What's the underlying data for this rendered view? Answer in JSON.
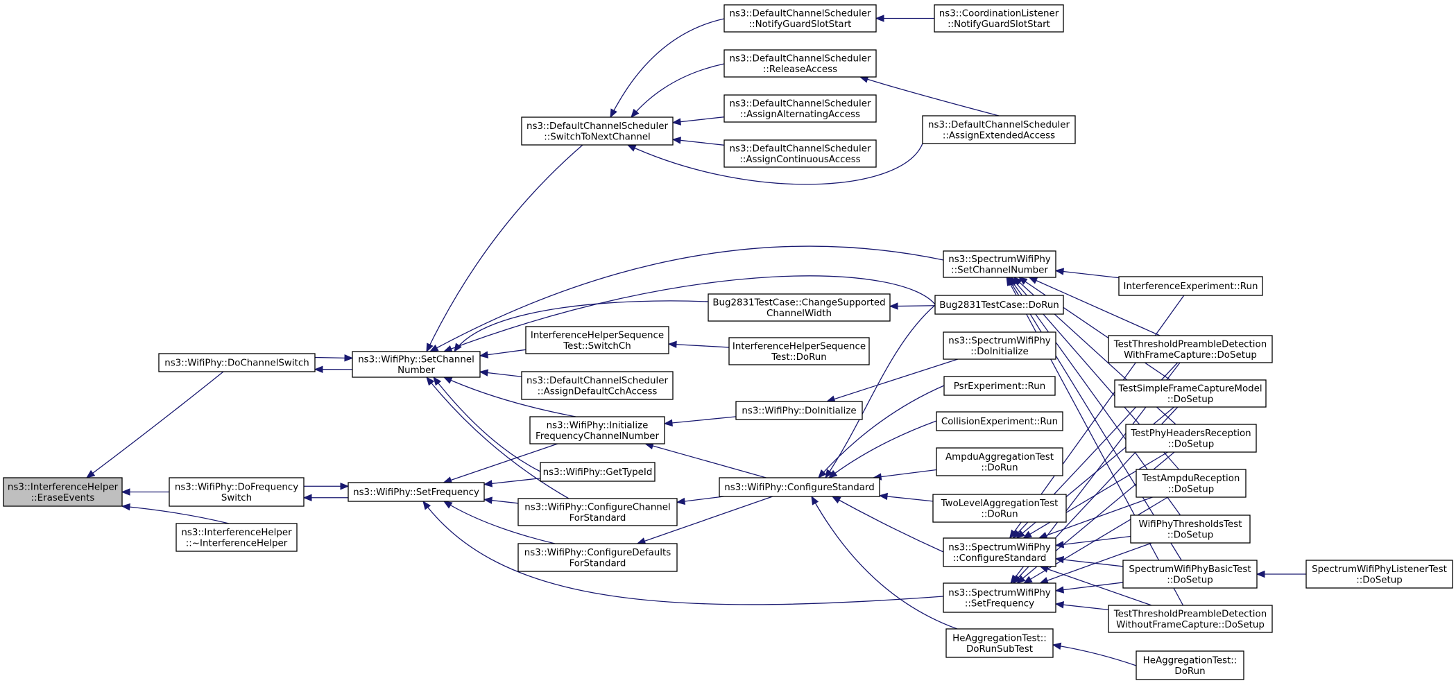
{
  "graph": {
    "colors": {
      "edge": "#191970",
      "node_border": "#000000",
      "root_fill": "#bfbfbf",
      "node_fill": "#ffffff"
    },
    "nodes": [
      {
        "id": "root",
        "lines": [
          "ns3::InterferenceHelper",
          "::EraseEvents"
        ],
        "root": true
      },
      {
        "id": "dochsw",
        "lines": [
          "ns3::WifiPhy::DoChannelSwitch"
        ]
      },
      {
        "id": "dofreqsw",
        "lines": [
          "ns3::WifiPhy::DoFrequency",
          "Switch"
        ]
      },
      {
        "id": "ihdtor",
        "lines": [
          "ns3::InterferenceHelper",
          "::~InterferenceHelper"
        ]
      },
      {
        "id": "setchnum",
        "lines": [
          "ns3::WifiPhy::SetChannel",
          "Number"
        ]
      },
      {
        "id": "setfreq",
        "lines": [
          "ns3::WifiPhy::SetFrequency"
        ]
      },
      {
        "id": "switchnext",
        "lines": [
          "ns3::DefaultChannelScheduler",
          "::SwitchToNextChannel"
        ]
      },
      {
        "id": "notifyguard",
        "lines": [
          "ns3::DefaultChannelScheduler",
          "::NotifyGuardSlotStart"
        ]
      },
      {
        "id": "release",
        "lines": [
          "ns3::DefaultChannelScheduler",
          "::ReleaseAccess"
        ]
      },
      {
        "id": "assignalt",
        "lines": [
          "ns3::DefaultChannelScheduler",
          "::AssignAlternatingAccess"
        ]
      },
      {
        "id": "assigncont",
        "lines": [
          "ns3::DefaultChannelScheduler",
          "::AssignContinuousAccess"
        ]
      },
      {
        "id": "coordnotify",
        "lines": [
          "ns3::CoordinationListener",
          "::NotifyGuardSlotStart"
        ]
      },
      {
        "id": "assignext",
        "lines": [
          "ns3::DefaultChannelScheduler",
          "::AssignExtendedAccess"
        ]
      },
      {
        "id": "bugchange",
        "lines": [
          "Bug2831TestCase::ChangeSupported",
          "ChannelWidth"
        ]
      },
      {
        "id": "ihseqswitch",
        "lines": [
          "InterferenceHelperSequence",
          "Test::SwitchCh"
        ]
      },
      {
        "id": "assigndefcch",
        "lines": [
          "ns3::DefaultChannelScheduler",
          "::AssignDefaultCchAccess"
        ]
      },
      {
        "id": "initfreqch",
        "lines": [
          "ns3::WifiPhy::Initialize",
          "FrequencyChannelNumber"
        ]
      },
      {
        "id": "gettypeid",
        "lines": [
          "ns3::WifiPhy::GetTypeId"
        ]
      },
      {
        "id": "confchan",
        "lines": [
          "ns3::WifiPhy::ConfigureChannel",
          "ForStandard"
        ]
      },
      {
        "id": "confdef",
        "lines": [
          "ns3::WifiPhy::ConfigureDefaults",
          "ForStandard"
        ]
      },
      {
        "id": "ihseqrun",
        "lines": [
          "InterferenceHelperSequence",
          "Test::DoRun"
        ]
      },
      {
        "id": "doinit",
        "lines": [
          "ns3::WifiPhy::DoInitialize"
        ]
      },
      {
        "id": "confstd",
        "lines": [
          "ns3::WifiPhy::ConfigureStandard"
        ]
      },
      {
        "id": "sw_setchnum",
        "lines": [
          "ns3::SpectrumWifiPhy",
          "::SetChannelNumber"
        ]
      },
      {
        "id": "bugrun",
        "lines": [
          "Bug2831TestCase::DoRun"
        ]
      },
      {
        "id": "sw_doinit",
        "lines": [
          "ns3::SpectrumWifiPhy",
          "::DoInitialize"
        ]
      },
      {
        "id": "psr",
        "lines": [
          "PsrExperiment::Run"
        ]
      },
      {
        "id": "collision",
        "lines": [
          "CollisionExperiment::Run"
        ]
      },
      {
        "id": "ampduagg",
        "lines": [
          "AmpduAggregationTest",
          "::DoRun"
        ]
      },
      {
        "id": "twolevel",
        "lines": [
          "TwoLevelAggregationTest",
          "::DoRun"
        ]
      },
      {
        "id": "sw_confstd",
        "lines": [
          "ns3::SpectrumWifiPhy",
          "::ConfigureStandard"
        ]
      },
      {
        "id": "sw_setfreq",
        "lines": [
          "ns3::SpectrumWifiPhy",
          "::SetFrequency"
        ]
      },
      {
        "id": "heaggsub",
        "lines": [
          "HeAggregationTest::",
          "DoRunSubTest"
        ]
      },
      {
        "id": "interfexp",
        "lines": [
          "InterferenceExperiment::Run"
        ]
      },
      {
        "id": "ttpd_with",
        "lines": [
          "TestThresholdPreambleDetection",
          "WithFrameCapture::DoSetup"
        ]
      },
      {
        "id": "tsfcm",
        "lines": [
          "TestSimpleFrameCaptureModel",
          "::DoSetup"
        ]
      },
      {
        "id": "tphr",
        "lines": [
          "TestPhyHeadersReception",
          "::DoSetup"
        ]
      },
      {
        "id": "tampdu",
        "lines": [
          "TestAmpduReception",
          "::DoSetup"
        ]
      },
      {
        "id": "wpthresh",
        "lines": [
          "WifiPhyThresholdsTest",
          "::DoSetup"
        ]
      },
      {
        "id": "swbasic",
        "lines": [
          "SpectrumWifiPhyBasicTest",
          "::DoSetup"
        ]
      },
      {
        "id": "ttpd_without",
        "lines": [
          "TestThresholdPreambleDetection",
          "WithoutFrameCapture::DoSetup"
        ]
      },
      {
        "id": "heaggrun",
        "lines": [
          "HeAggregationTest::",
          "DoRun"
        ]
      },
      {
        "id": "swlistener",
        "lines": [
          "SpectrumWifiPhyListenerTest",
          "::DoSetup"
        ]
      }
    ],
    "edges": [
      [
        "dochsw",
        "root"
      ],
      [
        "dofreqsw",
        "root"
      ],
      [
        "ihdtor",
        "root"
      ],
      [
        "setchnum",
        "dochsw"
      ],
      [
        "dochsw",
        "setchnum"
      ],
      [
        "setfreq",
        "dofreqsw"
      ],
      [
        "dofreqsw",
        "setfreq"
      ],
      [
        "switchnext",
        "setchnum"
      ],
      [
        "sw_setchnum",
        "setchnum"
      ],
      [
        "bugrun",
        "setchnum"
      ],
      [
        "bugchange",
        "setchnum"
      ],
      [
        "ihseqswitch",
        "setchnum"
      ],
      [
        "assigndefcch",
        "setchnum"
      ],
      [
        "initfreqch",
        "setchnum"
      ],
      [
        "gettypeid",
        "setchnum"
      ],
      [
        "confchan",
        "setchnum"
      ],
      [
        "initfreqch",
        "setfreq"
      ],
      [
        "gettypeid",
        "setfreq"
      ],
      [
        "confchan",
        "setfreq"
      ],
      [
        "confdef",
        "setfreq"
      ],
      [
        "sw_setfreq",
        "setfreq"
      ],
      [
        "notifyguard",
        "switchnext"
      ],
      [
        "release",
        "switchnext"
      ],
      [
        "assignalt",
        "switchnext"
      ],
      [
        "assigncont",
        "switchnext"
      ],
      [
        "assignext",
        "switchnext"
      ],
      [
        "coordnotify",
        "notifyguard"
      ],
      [
        "assignext",
        "release"
      ],
      [
        "bugrun",
        "bugchange"
      ],
      [
        "ihseqrun",
        "ihseqswitch"
      ],
      [
        "doinit",
        "initfreqch"
      ],
      [
        "confstd",
        "initfreqch"
      ],
      [
        "confstd",
        "confchan"
      ],
      [
        "confstd",
        "confdef"
      ],
      [
        "sw_doinit",
        "doinit"
      ],
      [
        "bugrun",
        "confstd"
      ],
      [
        "psr",
        "confstd"
      ],
      [
        "collision",
        "confstd"
      ],
      [
        "ampduagg",
        "confstd"
      ],
      [
        "twolevel",
        "confstd"
      ],
      [
        "sw_confstd",
        "confstd"
      ],
      [
        "heaggsub",
        "confstd"
      ],
      [
        "interfexp",
        "sw_setchnum"
      ],
      [
        "ttpd_with",
        "sw_setchnum"
      ],
      [
        "tsfcm",
        "sw_setchnum"
      ],
      [
        "tphr",
        "sw_setchnum"
      ],
      [
        "tampdu",
        "sw_setchnum"
      ],
      [
        "wpthresh",
        "sw_setchnum"
      ],
      [
        "swbasic",
        "sw_setchnum"
      ],
      [
        "ttpd_without",
        "sw_setchnum"
      ],
      [
        "interfexp",
        "sw_confstd"
      ],
      [
        "ttpd_with",
        "sw_confstd"
      ],
      [
        "tsfcm",
        "sw_confstd"
      ],
      [
        "tphr",
        "sw_confstd"
      ],
      [
        "tampdu",
        "sw_confstd"
      ],
      [
        "wpthresh",
        "sw_confstd"
      ],
      [
        "swbasic",
        "sw_confstd"
      ],
      [
        "ttpd_without",
        "sw_confstd"
      ],
      [
        "ttpd_with",
        "sw_setfreq"
      ],
      [
        "tsfcm",
        "sw_setfreq"
      ],
      [
        "tphr",
        "sw_setfreq"
      ],
      [
        "tampdu",
        "sw_setfreq"
      ],
      [
        "wpthresh",
        "sw_setfreq"
      ],
      [
        "swbasic",
        "sw_setfreq"
      ],
      [
        "ttpd_without",
        "sw_setfreq"
      ],
      [
        "heaggrun",
        "heaggsub"
      ],
      [
        "swlistener",
        "swbasic"
      ]
    ]
  }
}
